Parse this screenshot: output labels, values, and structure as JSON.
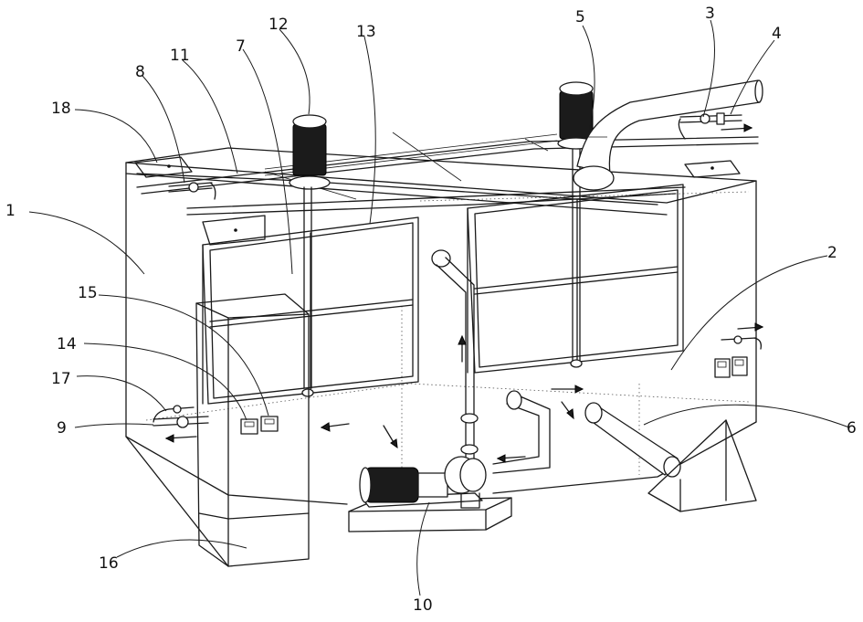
{
  "labels": [
    "1",
    "2",
    "3",
    "4",
    "5",
    "6",
    "7",
    "8",
    "9",
    "10",
    "11",
    "12",
    "13",
    "14",
    "15",
    "16",
    "17",
    "18"
  ],
  "colors": {
    "line": "#1a1a1a",
    "motor": "#1b1b1b",
    "background": "#ffffff"
  }
}
